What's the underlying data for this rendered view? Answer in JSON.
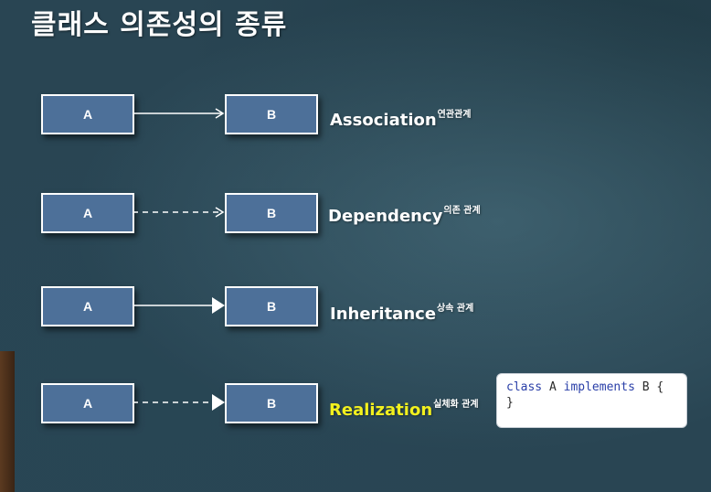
{
  "title": "클래스 의존성의 종류",
  "relations": [
    {
      "a": "A",
      "b": "B",
      "name": "Association",
      "korean": "연관관계",
      "line": "solid",
      "head": "open"
    },
    {
      "a": "A",
      "b": "B",
      "name": "Dependency",
      "korean": "의존 관계",
      "line": "dashed",
      "head": "open"
    },
    {
      "a": "A",
      "b": "B",
      "name": "Inheritance",
      "korean": "상속 관계",
      "line": "solid",
      "head": "filled"
    },
    {
      "a": "A",
      "b": "B",
      "name": "Realization",
      "korean": "실체화 관계",
      "line": "dashed",
      "head": "filled"
    }
  ],
  "code": {
    "keyword_class": "class",
    "class_name": "A",
    "keyword_implements": "implements",
    "interface_name": "B",
    "open_brace": "{",
    "close_brace": "}"
  },
  "colors": {
    "background": "#294553",
    "box_fill": "#4d7099",
    "highlight": "#f2f01e"
  }
}
